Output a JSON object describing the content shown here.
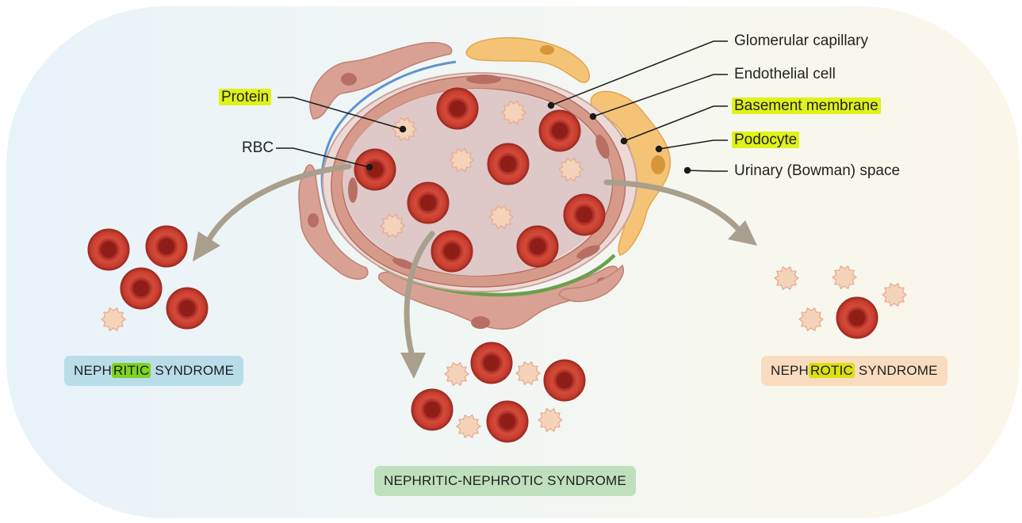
{
  "colors": {
    "capillary_fill": "#dec8c8",
    "endothelial": "#d69a8a",
    "endothelial_dark": "#b86f63",
    "podocyte_orange": "#f4c376",
    "podocyte_pink": "#d9a194",
    "basement_blue": "#5f93cf",
    "basement_green": "#6aa04a",
    "rbc_outer": "#c73c2e",
    "rbc_inner": "#8c1d16",
    "protein": "#f4d3b8",
    "arrow": "#a89f8d",
    "highlight": "#dff21a",
    "nephritic_box": "#b9dce9",
    "nephritic_mid": "#7ed321",
    "mixed_box": "#bfe0bc",
    "nephrotic_box": "#f9dcbf",
    "nephrotic_mid": "#dcdf12"
  },
  "labels": {
    "glomerular_capillary": "Glomerular capillary",
    "endothelial_cell": "Endothelial cell",
    "basement_membrane": "Basement membrane",
    "podocyte": "Podocyte",
    "urinary_space": "Urinary (Bowman) space",
    "protein": "Protein",
    "rbc": "RBC"
  },
  "syndromes": {
    "nephritic": {
      "pre": "NEPH",
      "mid": "RITIC",
      "post": " SYNDROME"
    },
    "mixed": {
      "text": "NEPHRITIC-NEPHROTIC SYNDROME"
    },
    "nephrotic": {
      "pre": "NEPH",
      "mid": "ROTIC",
      "post": " SYNDROME"
    }
  }
}
